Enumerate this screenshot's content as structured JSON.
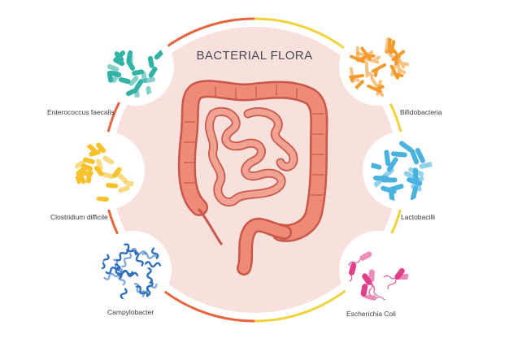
{
  "title": "BACTERIAL FLORA",
  "colors": {
    "ring_orange": "#e8643c",
    "ring_yellow": "#f1d23a",
    "panel_fill": "#f8e1dc",
    "intestine": "#ee8a78",
    "intestine_dark": "#c9584a"
  },
  "bacteria": [
    {
      "name": "Enterococcus faecalis",
      "side": "left",
      "color": "#33b3a6",
      "icon": "teal-rod-bacteria-icon"
    },
    {
      "name": "Clostridium difficile",
      "side": "left",
      "color": "#f6c12b",
      "icon": "yellow-rod-bacteria-icon"
    },
    {
      "name": "Campylobacter",
      "side": "left",
      "color": "#2f6fbf",
      "icon": "blue-spiral-bacteria-icon"
    },
    {
      "name": "Bifidobacteria",
      "side": "right",
      "color": "#f39a2c",
      "icon": "orange-branched-bacteria-icon"
    },
    {
      "name": "Lactobacilli",
      "side": "right",
      "color": "#4ab2df",
      "icon": "light-blue-rod-bacteria-icon"
    },
    {
      "name": "Escherichia Coli",
      "side": "right",
      "color": "#e0408a",
      "icon": "pink-flagellated-bacteria-icon"
    }
  ]
}
